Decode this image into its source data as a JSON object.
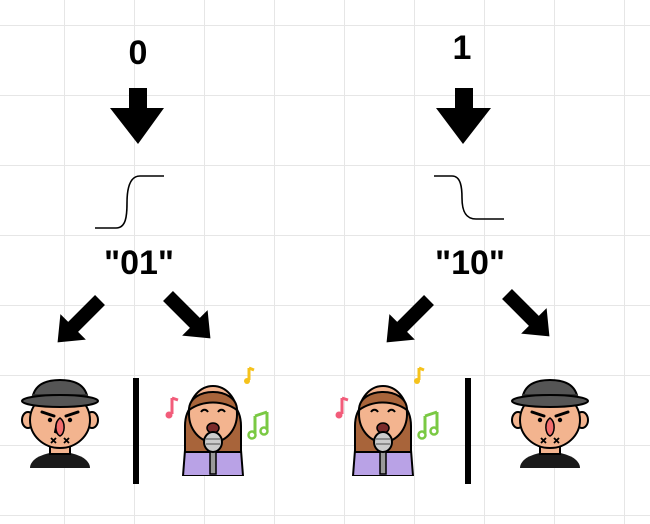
{
  "left": {
    "bit": "0",
    "code": "\"01\""
  },
  "right": {
    "bit": "1",
    "code": "\"10\""
  },
  "icons": {
    "man": "man-with-hat-icon",
    "singer": "woman-singer-icon"
  },
  "colors": {
    "ink": "#000000",
    "skin": "#f3b48f",
    "hair": "#a8643a",
    "shirt_purple": "#b9a2e6",
    "note_red": "#f25c7a",
    "note_yellow": "#f5c21b",
    "note_green": "#7ac943"
  }
}
